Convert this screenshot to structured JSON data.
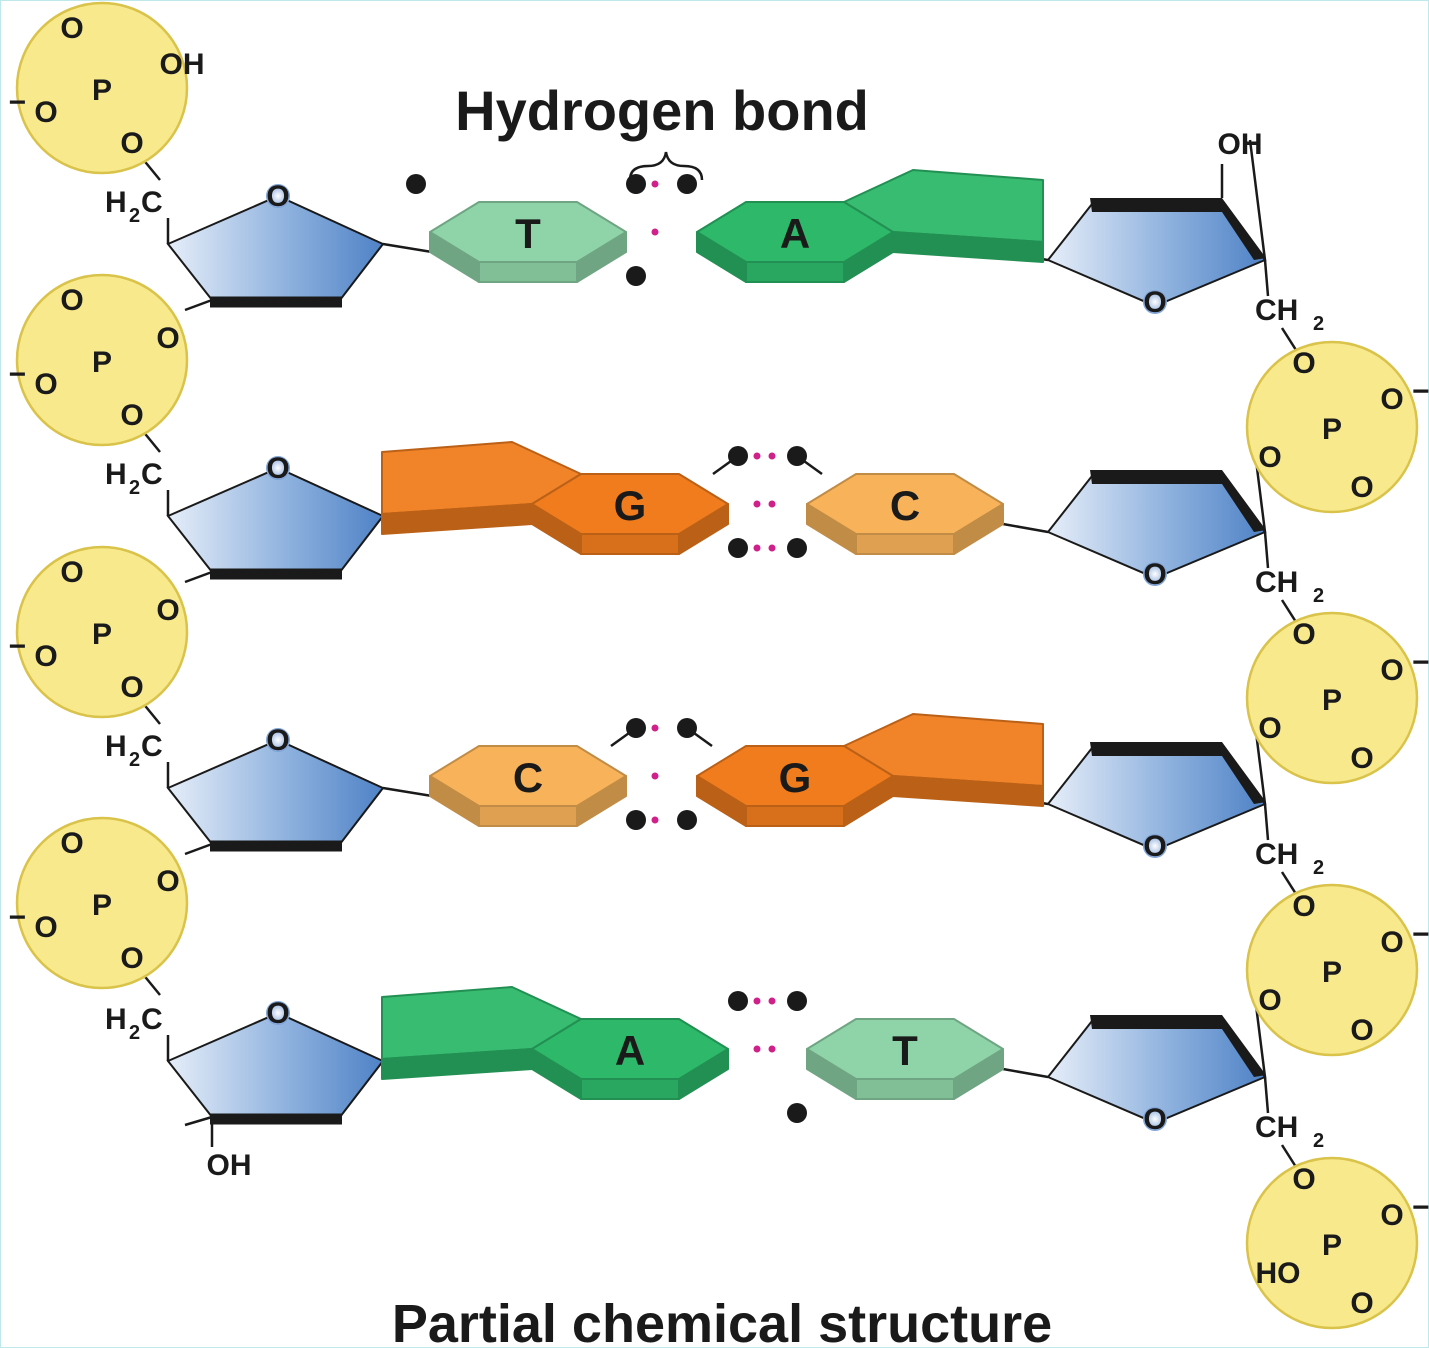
{
  "title": "Hydrogen bond",
  "caption": "Partial chemical structure",
  "colors": {
    "sugar": "#7fa6d8",
    "phosphate": "#f8e98c",
    "adenine": "#2db86a",
    "thymine": "#8fd4a8",
    "guanine": "#f07c1e",
    "cytosine": "#f8b35a",
    "hydrogen_bond": "#d0208a"
  },
  "atoms": {
    "phosphorus": "P",
    "oxygen": "O",
    "oh": "OH",
    "ho": "HO",
    "h": "H",
    "c": "C",
    "ch": "CH",
    "subscript": "2",
    "minus": "−"
  },
  "base_pairs": [
    {
      "left": "T",
      "right": "A"
    },
    {
      "left": "G",
      "right": "C"
    },
    {
      "left": "C",
      "right": "G"
    },
    {
      "left": "A",
      "right": "T"
    }
  ]
}
